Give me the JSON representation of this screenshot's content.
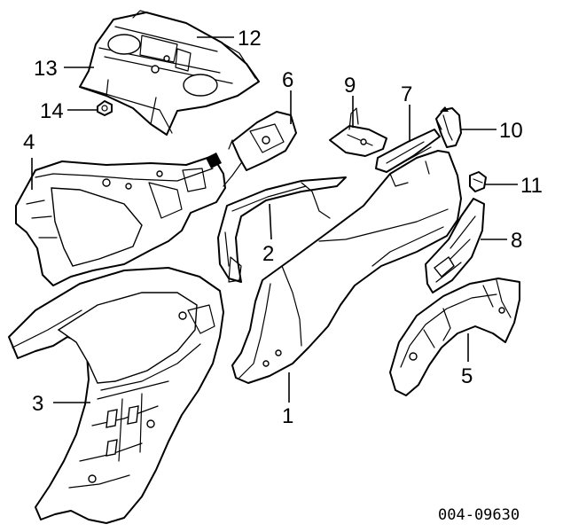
{
  "callouts": {
    "c1": "1",
    "c2": "2",
    "c3": "3",
    "c4": "4",
    "c5": "5",
    "c6": "6",
    "c7": "7",
    "c8": "8",
    "c9": "9",
    "c10": "10",
    "c11": "11",
    "c12": "12",
    "c13": "13",
    "c14": "14"
  },
  "diagram_code": "004-09630"
}
